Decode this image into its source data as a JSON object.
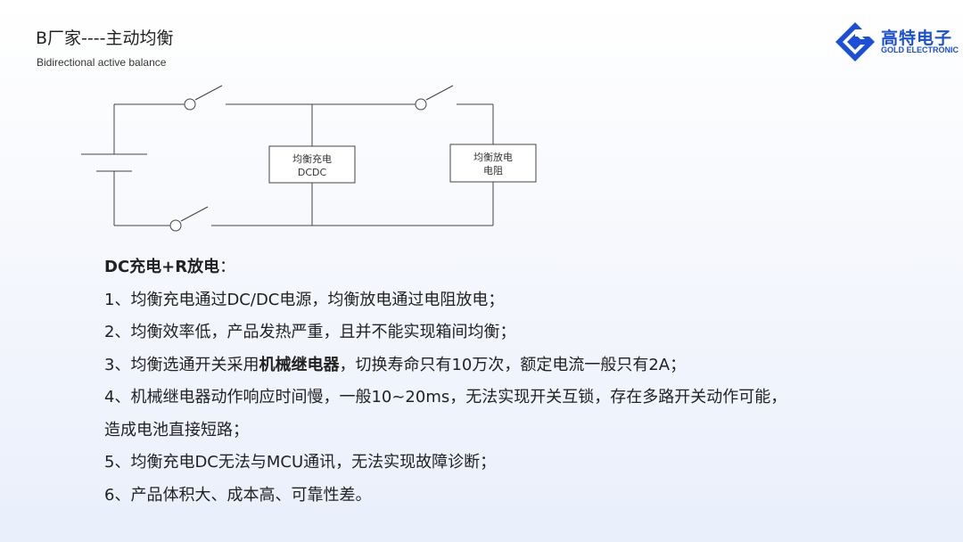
{
  "slide": {
    "title": "B厂家----主动均衡",
    "subtitle": "Bidirectional active balance"
  },
  "logo": {
    "cn": "高特电子",
    "en": "GOLD ELECTRONIC",
    "color": "#1b4fd8"
  },
  "diagram": {
    "box1": {
      "line1": "均衡充电",
      "line2": "DCDC"
    },
    "box2": {
      "line1": "均衡放电",
      "line2": "电阻"
    }
  },
  "body": {
    "heading": "DC充电+R放电",
    "heading_colon": "：",
    "items": {
      "i1": "1、均衡充电通过DC/DC电源，均衡放电通过电阻放电；",
      "i2": "2、均衡效率低，产品发热严重，且并不能实现箱间均衡；",
      "i3_pre": "3、均衡选通开关采用",
      "i3_bold": "机械继电器",
      "i3_post": "，切换寿命只有10万次，额定电流一般只有2A；",
      "i4a": "4、机械继电器动作响应时间慢，一般10~20ms，无法实现开关互锁，存在多路开关动作可能，",
      "i4b": "造成电池直接短路；",
      "i5": "5、均衡充电DC无法与MCU通讯，无法实现故障诊断；",
      "i6": "6、产品体积大、成本高、可靠性差。"
    }
  }
}
